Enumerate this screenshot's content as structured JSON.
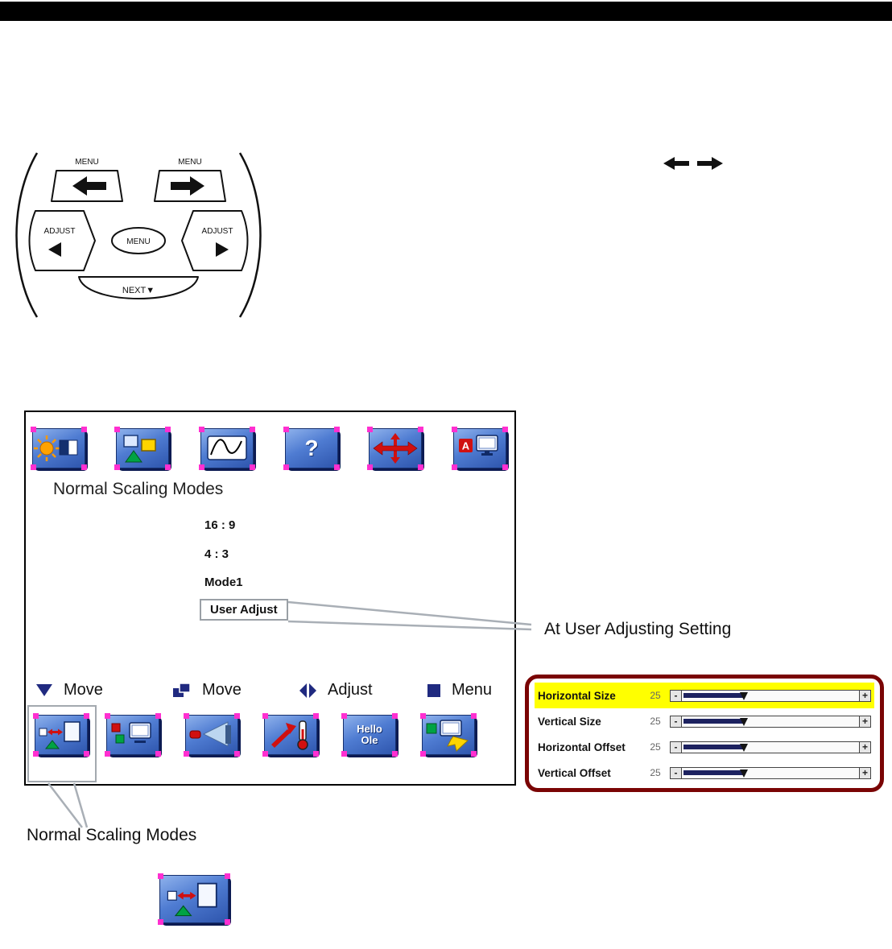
{
  "control_pad": {
    "menu_label": "MENU",
    "adjust_label": "ADJUST",
    "next_label": "NEXT▼",
    "icons": [
      "menu-left-arrow-icon",
      "menu-right-arrow-icon",
      "adjust-left-arrow-icon",
      "adjust-right-arrow-icon"
    ]
  },
  "inline_arrows": {
    "icons": [
      "left-arrow-icon",
      "right-arrow-icon"
    ]
  },
  "osd": {
    "title": "Normal Scaling Modes",
    "help_glyph": "?",
    "auto_glyph": "A",
    "items": [
      {
        "label": "16 : 9",
        "selected": false
      },
      {
        "label": "4 : 3",
        "selected": false
      },
      {
        "label": "Mode1",
        "selected": false
      },
      {
        "label": "User Adjust",
        "selected": true
      }
    ],
    "legend": [
      {
        "icon": "down-triangle-icon",
        "label": "Move"
      },
      {
        "icon": "page-stack-icon",
        "label": "Move"
      },
      {
        "icon": "diamond-adjust-icon",
        "label": "Adjust"
      },
      {
        "icon": "square-icon",
        "label": "Menu"
      }
    ],
    "top_icons": [
      "brightness-contrast-icon",
      "position-icon",
      "geometry-icon",
      "help-icon",
      "size-arrows-icon",
      "auto-adjust-icon"
    ],
    "bottom_icons": [
      "scaling-mode-icon",
      "color-monitor-icon",
      "projector-lamp-icon",
      "temperature-icon",
      "hello-ole-button",
      "exit-icon"
    ],
    "hello_ole": {
      "line1": "Hello",
      "line2": "Ole"
    }
  },
  "callout_right": {
    "text": "At User Adjusting Setting"
  },
  "callout_bottom": {
    "text": "Normal Scaling Modes"
  },
  "adjust_panel": {
    "border_color": "#7a0404",
    "highlight_color": "#ffff00",
    "slider": {
      "minus": "-",
      "plus": "+"
    },
    "rows": [
      {
        "label": "Horizontal Size",
        "value": "25",
        "fill_pct": 34,
        "highlighted": true
      },
      {
        "label": "Vertical Size",
        "value": "25",
        "fill_pct": 34,
        "highlighted": false
      },
      {
        "label": "Horizontal Offset",
        "value": "25",
        "fill_pct": 34,
        "highlighted": false
      },
      {
        "label": "Vertical Offset",
        "value": "25",
        "fill_pct": 34,
        "highlighted": false
      }
    ]
  },
  "colors": {
    "button_blue": "#4f7cd2",
    "corner_pink": "#ff2fd0",
    "arrow_red": "#d01010",
    "triangle_green": "#00a344"
  }
}
